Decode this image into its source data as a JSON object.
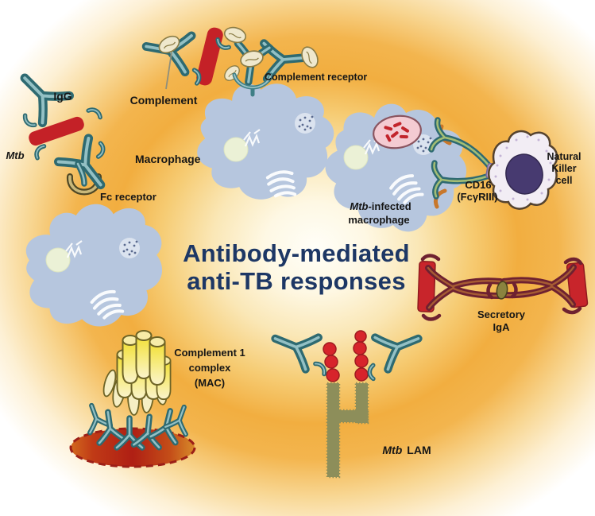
{
  "title": {
    "line1": "Antibody-mediated",
    "line2": "anti-TB responses",
    "color": "#1D3765"
  },
  "labels": {
    "igg": "IgG",
    "mtb": "Mtb",
    "complement": "Complement",
    "complement_receptor": "Complement receptor",
    "macrophage": "Macrophage",
    "fc_receptor": "Fc receptor",
    "mtb_prefix": "Mtb",
    "infected_suffix": "-infected",
    "infected_line2": "macrophage",
    "cd16": "CD16",
    "cd16_sub": "(FcγRIII)",
    "nk_line1": "Natural",
    "nk_line2": "Killer",
    "nk_line3": "cell",
    "secretory_line1": "Secretory",
    "secretory_line2": "IgA",
    "mac_line1": "Complement 1",
    "mac_line2": "complex",
    "mac_line3": "(MAC)",
    "lam_suffix": "LAM"
  },
  "colors": {
    "glow_orange": "#F2AE40",
    "macrophage_fill": "#B6C6DE",
    "antibody_teal": "#2E6A71",
    "mtb_red": "#C42127",
    "iga_maroon": "#6E2130",
    "iga_red_bar": "#C8252B",
    "mac_yellow": "#F2DF33",
    "mac_lysis_red": "#AF1F14",
    "lam_olive": "#8D8E5A",
    "lam_bead_red": "#D7242B",
    "nk_nucleus_purple": "#473A70",
    "nk_cytoplasm": "#F2EDF4",
    "complement_cream": "#EFE8CD",
    "fc_receptor_tan": "#C9B87A",
    "label_black": "#161616"
  }
}
